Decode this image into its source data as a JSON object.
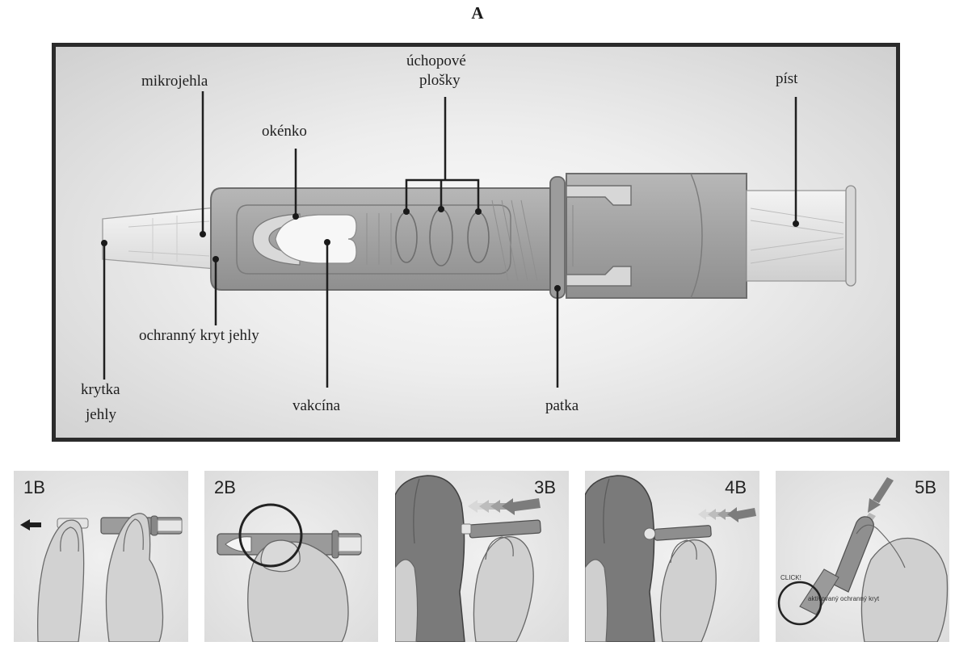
{
  "figure": {
    "letter": "A"
  },
  "labels": {
    "mikrojehla": "mikrojehla",
    "okenko": "okénko",
    "uchopove": "úchopové",
    "plosky": "plošky",
    "pist": "píst",
    "ochranny": "ochranný kryt jehly",
    "krytka_1": "krytka",
    "krytka_2": "jehly",
    "vakcina": "vakcína",
    "patka": "patka"
  },
  "steps": [
    {
      "number": "1B"
    },
    {
      "number": "2B"
    },
    {
      "number": "3B"
    },
    {
      "number": "4B"
    },
    {
      "number": "5B",
      "click_text": "CLICK!",
      "shield_text": "aktivovaný ochranný kryt"
    }
  ],
  "colors": {
    "device_body": "#a7a7a7",
    "outline": "#6e6e6e",
    "frame": "#2b2b2b",
    "skin": "#c9c9c9",
    "arm": "#7c7c7c"
  }
}
